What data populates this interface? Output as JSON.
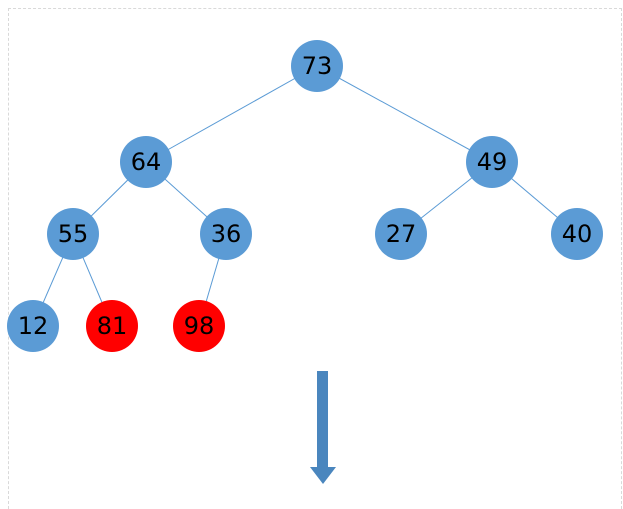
{
  "tree": {
    "edge_color": "#5b9bd5",
    "colors": {
      "normal": "#5b9bd5",
      "highlight": "#ff0000"
    },
    "nodes": [
      {
        "id": "n73",
        "label": "73",
        "highlight": false
      },
      {
        "id": "n64",
        "label": "64",
        "highlight": false
      },
      {
        "id": "n49",
        "label": "49",
        "highlight": false
      },
      {
        "id": "n55",
        "label": "55",
        "highlight": false
      },
      {
        "id": "n36",
        "label": "36",
        "highlight": false
      },
      {
        "id": "n27",
        "label": "27",
        "highlight": false
      },
      {
        "id": "n40",
        "label": "40",
        "highlight": false
      },
      {
        "id": "n12",
        "label": "12",
        "highlight": false
      },
      {
        "id": "n81",
        "label": "81",
        "highlight": true
      },
      {
        "id": "n98",
        "label": "98",
        "highlight": true
      }
    ],
    "edges": [
      [
        "n73",
        "n64"
      ],
      [
        "n73",
        "n49"
      ],
      [
        "n64",
        "n55"
      ],
      [
        "n64",
        "n36"
      ],
      [
        "n49",
        "n27"
      ],
      [
        "n49",
        "n40"
      ],
      [
        "n55",
        "n12"
      ],
      [
        "n55",
        "n81"
      ],
      [
        "n36",
        "n98"
      ]
    ]
  },
  "arrow": {
    "direction": "down",
    "color": "#4a86be"
  }
}
